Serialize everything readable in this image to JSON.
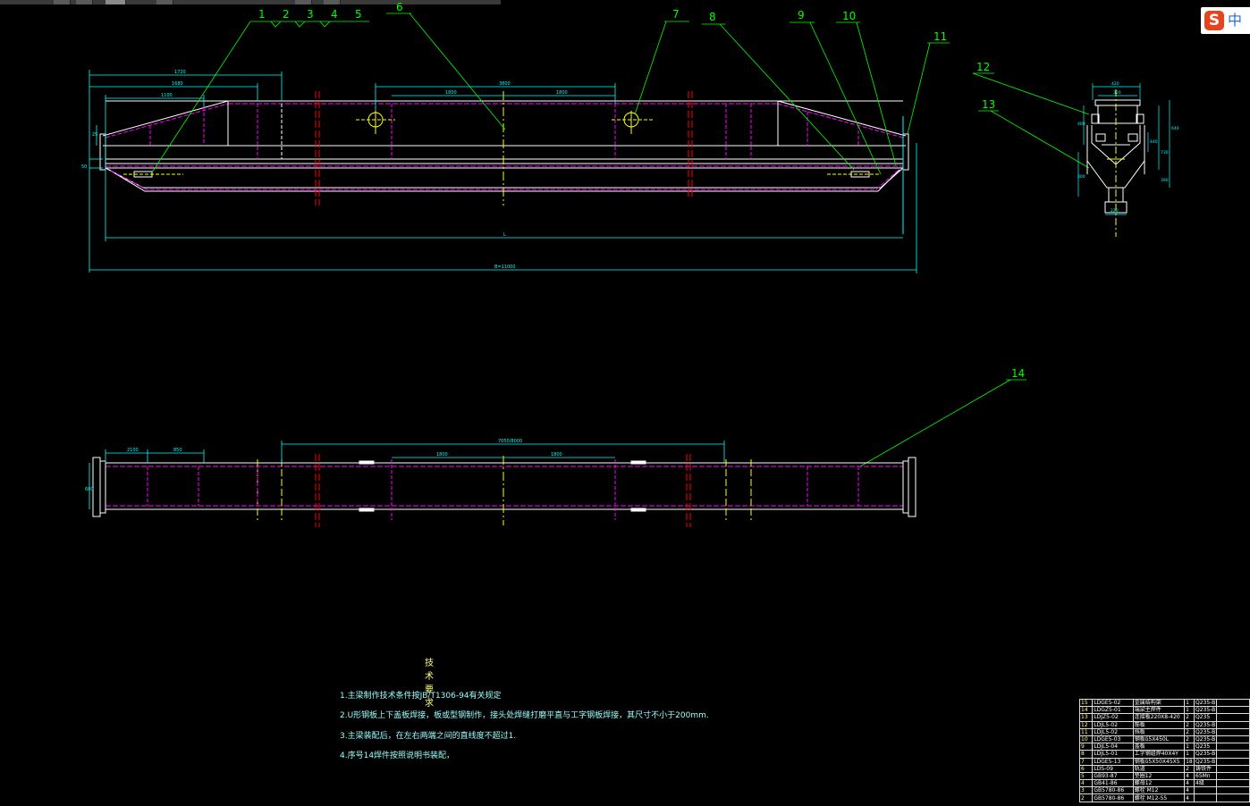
{
  "app": {
    "ime_logo": "S",
    "ime_lang": "中"
  },
  "colors": {
    "background": "#000000",
    "outline": "#ffffff",
    "dim": "#00ffff",
    "leader": "#00ff00",
    "hidden": "#ff00ff",
    "center": "#ffff00",
    "section": "#ff0000"
  },
  "callouts": [
    "1",
    "2",
    "3",
    "4",
    "5",
    "6",
    "7",
    "8",
    "9",
    "10",
    "11",
    "12",
    "13",
    "14"
  ],
  "dims": {
    "top_1": "1720",
    "top_2": "1680",
    "top_3": "1100",
    "mid_1": "1800",
    "mid_2": "1800",
    "mid_span": "3800",
    "left_h1": "25",
    "left_h2": "50",
    "span_l": "L",
    "overall": "B=11000",
    "plan_1": "2100",
    "plan_2": "850",
    "plan_long": "7050/8000",
    "plan_mid1": "1800",
    "plan_mid2": "1800",
    "plan_w": "600",
    "sec_top": "420",
    "sec_inner": "320",
    "sec_h1": "440",
    "sec_h2": "730",
    "sec_h3": "640",
    "sec_h4": "390",
    "sec_left1": "400",
    "sec_left2": "300",
    "sec_bot": "220"
  },
  "notes": {
    "title": "技术要求",
    "lines": [
      "1.主梁制作技术条件按JB/T1306-94有关规定",
      "2.U形钢板上下盖板焊接，板或型钢制作，接头处焊缝打磨平直与工字钢板焊接，其尺寸不小于200mm.",
      "3.主梁装配后，在左右两端之间的直线度不超过1.",
      "4.序号14焊件按照说明书装配，"
    ]
  },
  "bom": [
    [
      "15",
      "LDGE5-02",
      "金属结构架",
      "1",
      "Q235-B",
      ""
    ],
    [
      "14",
      "LDGZ5-01",
      "端梁主焊件",
      "1",
      "Q235-B",
      ""
    ],
    [
      "13",
      "LDJZ5-02",
      "连接板220X8-420",
      "2",
      "Q235",
      ""
    ],
    [
      "12",
      "LDJL5-02",
      "筋板",
      "2",
      "Q235-B",
      ""
    ],
    [
      "11",
      "LDJL5-02",
      "挡板",
      "2",
      "Q235-B",
      ""
    ],
    [
      "10",
      "LDGE5-03",
      "钢板δ5X450L",
      "2",
      "Q235-B",
      ""
    ],
    [
      "9",
      "LDJL5-04",
      "盖板",
      "1",
      "Q235",
      ""
    ],
    [
      "8",
      "LDJL5-01",
      "工字钢组焊40X4Y",
      "1",
      "Q235-B",
      ""
    ],
    [
      "7",
      "LDGE5-13",
      "钢板δ5X50X45X5",
      "18",
      "Q235-B",
      ""
    ],
    [
      "6",
      "LDS-09",
      "轨道",
      "2",
      "铸铁件",
      ""
    ],
    [
      "5",
      "GB93-87",
      "垫圈12",
      "4",
      "65Mn",
      ""
    ],
    [
      "4",
      "GB41-86",
      "螺母12",
      "4",
      "4级",
      ""
    ],
    [
      "3",
      "GB5780-86",
      "螺栓 M12",
      "4",
      "",
      ""
    ],
    [
      "2",
      "GB5780-86",
      "螺栓 M12-55",
      "4",
      "",
      ""
    ]
  ]
}
